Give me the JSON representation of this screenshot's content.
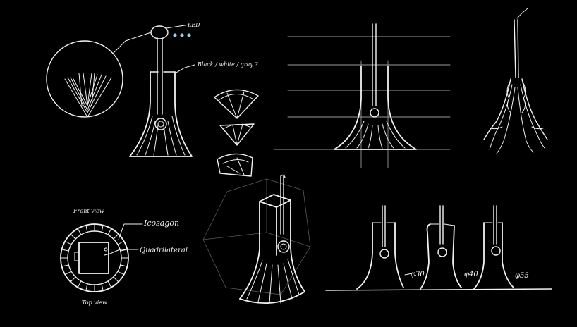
{
  "annotations": {
    "led": "LED",
    "color_options": "Black / white / gray ?",
    "front_view": "Front view",
    "top_view": "Top view",
    "icosagon": "Icosagon",
    "quadrilateral": "Quadrilateral",
    "diameter_1": "φ30",
    "diameter_2": "φ40",
    "diameter_3": "φ55"
  },
  "colors": {
    "background": "#000000",
    "ink": "#f2f2f2",
    "led_dot": "#8fd4ec"
  }
}
